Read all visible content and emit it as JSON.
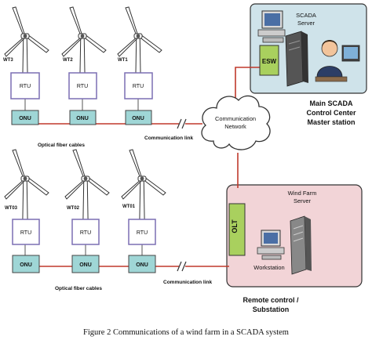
{
  "top_row": {
    "turbines": [
      {
        "id": "WT3",
        "rtu": "RTU",
        "onu": "ONU"
      },
      {
        "id": "WT2",
        "rtu": "RTU",
        "onu": "ONU"
      },
      {
        "id": "WT1",
        "rtu": "RTU",
        "onu": "ONU"
      }
    ],
    "fiber_label": "Optical fiber cables",
    "link_label": "Communication link"
  },
  "bottom_row": {
    "turbines": [
      {
        "id": "WT03",
        "rtu": "RTU",
        "onu": "ONU"
      },
      {
        "id": "WT02",
        "rtu": "RTU",
        "onu": "ONU"
      },
      {
        "id": "WT01",
        "rtu": "RTU",
        "onu": "ONU"
      }
    ],
    "fiber_label": "Optical fiber cables",
    "link_label": "Communication link"
  },
  "network": {
    "line1": "Communication",
    "line2": "Network"
  },
  "main_center": {
    "server_line1": "SCADA",
    "server_line2": "Server",
    "switch": "ESW",
    "title_line1": "Main SCADA",
    "title_line2": "Control Center",
    "title_line3": "Master station"
  },
  "substation": {
    "server_line1": "Wind Farm",
    "server_line2": "Server",
    "olt": "OLT",
    "workstation": "Workstation",
    "title_line1": "Remote control /",
    "title_line2": "Substation"
  },
  "caption": "Figure 2 Communications of a wind farm in a SCADA system",
  "colors": {
    "link_line": "#c0392b",
    "onu_fill": "#9fd6d6",
    "rtu_border": "#7b6fb3",
    "esw_fill": "#a9d05e",
    "olt_fill": "#a9d05e",
    "turbine_id": "#c0392b",
    "main_panel": "#cfe3ea",
    "sub_panel": "#f2d4d7"
  }
}
